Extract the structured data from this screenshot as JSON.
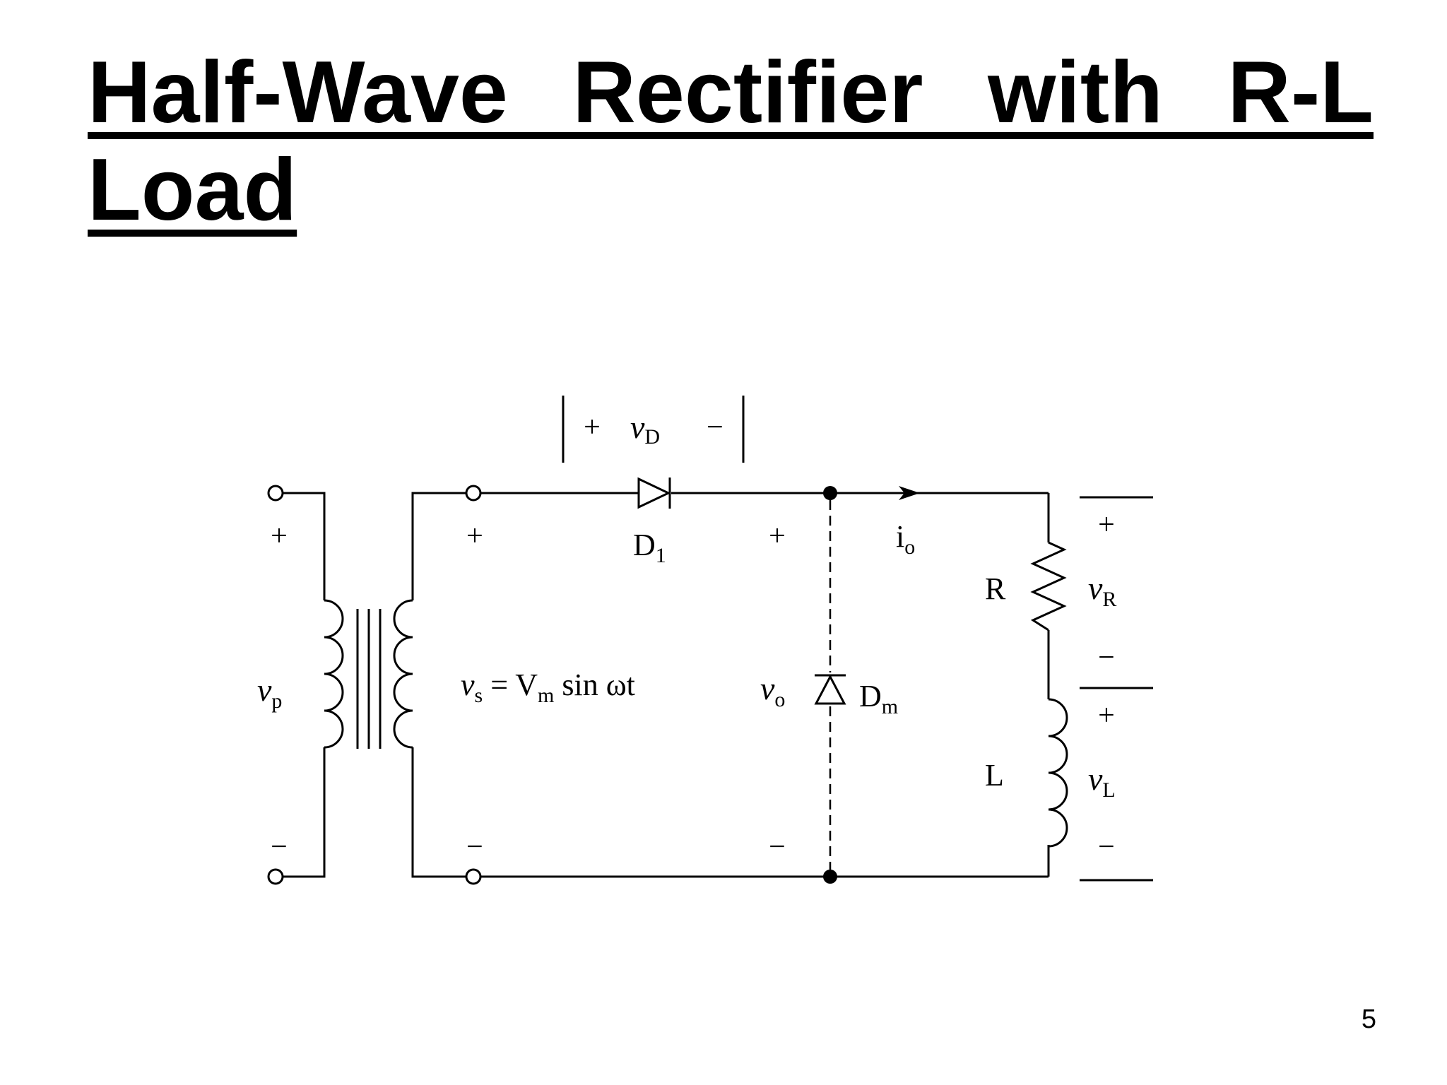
{
  "slide": {
    "title": "Half-Wave Rectifier with R-L Load",
    "page_number": "5"
  },
  "circuit": {
    "primary": {
      "voltage_symbol": "v",
      "voltage_subscript": "p",
      "plus": "+",
      "minus": "−"
    },
    "secondary": {
      "equation_symbol": "v",
      "equation_subscript": "s",
      "equation_mid": " = V",
      "equation_sub_m": "m",
      "equation_tail": " sin ωt",
      "plus": "+",
      "minus": "−"
    },
    "diode_d1": {
      "name": "D",
      "subscript": "1",
      "voltage_plus": "+",
      "voltage_symbol": "v",
      "voltage_subscript": "D",
      "voltage_minus": "−"
    },
    "output": {
      "voltage_symbol": "v",
      "voltage_subscript": "o",
      "plus": "+",
      "minus": "−"
    },
    "current": {
      "symbol": "i",
      "subscript": "o"
    },
    "freewheeling_diode": {
      "name": "D",
      "subscript": "m"
    },
    "resistor": {
      "name": "R",
      "voltage_symbol": "v",
      "voltage_subscript": "R",
      "plus": "+",
      "minus": "−"
    },
    "inductor": {
      "name": "L",
      "voltage_symbol": "v",
      "voltage_subscript": "L",
      "plus": "+",
      "minus": "−"
    }
  }
}
